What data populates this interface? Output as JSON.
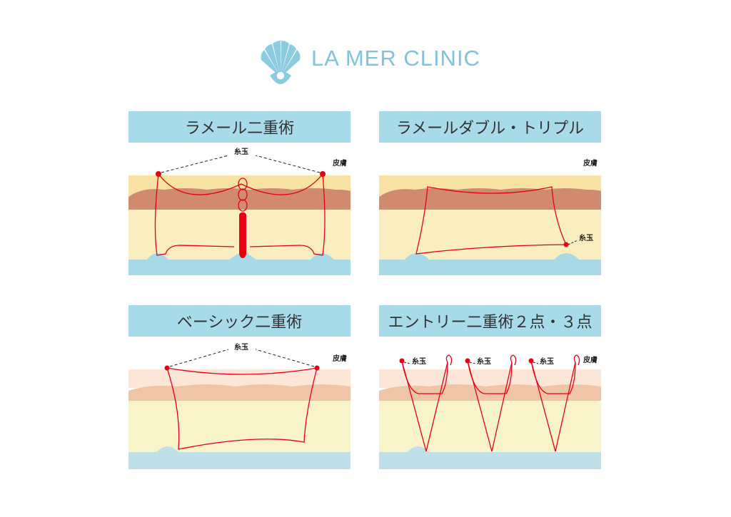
{
  "logo": {
    "name": "LA MER CLINIC"
  },
  "panels": [
    {
      "title": "ラメール二重術",
      "labels": {
        "knot": "糸玉",
        "skin": "皮膚"
      }
    },
    {
      "title": "ラメールダブル・トリプル",
      "labels": {
        "knot": "糸玉",
        "skin": "皮膚"
      }
    },
    {
      "title": "ベーシック二重術",
      "labels": {
        "knot": "糸玉",
        "skin": "皮膚"
      }
    },
    {
      "title": "エントリー二重術２点・３点",
      "labels": {
        "knot1": "糸玉",
        "knot2": "糸玉",
        "knot3": "糸玉",
        "skin": "皮膚"
      }
    }
  ],
  "colors": {
    "header": "#a8dbea",
    "thread": "#e60012",
    "skin_top": "#f8e3a3",
    "muscle": "#d08a6f",
    "fat": "#faeec0",
    "base": "#a8d9e8"
  }
}
